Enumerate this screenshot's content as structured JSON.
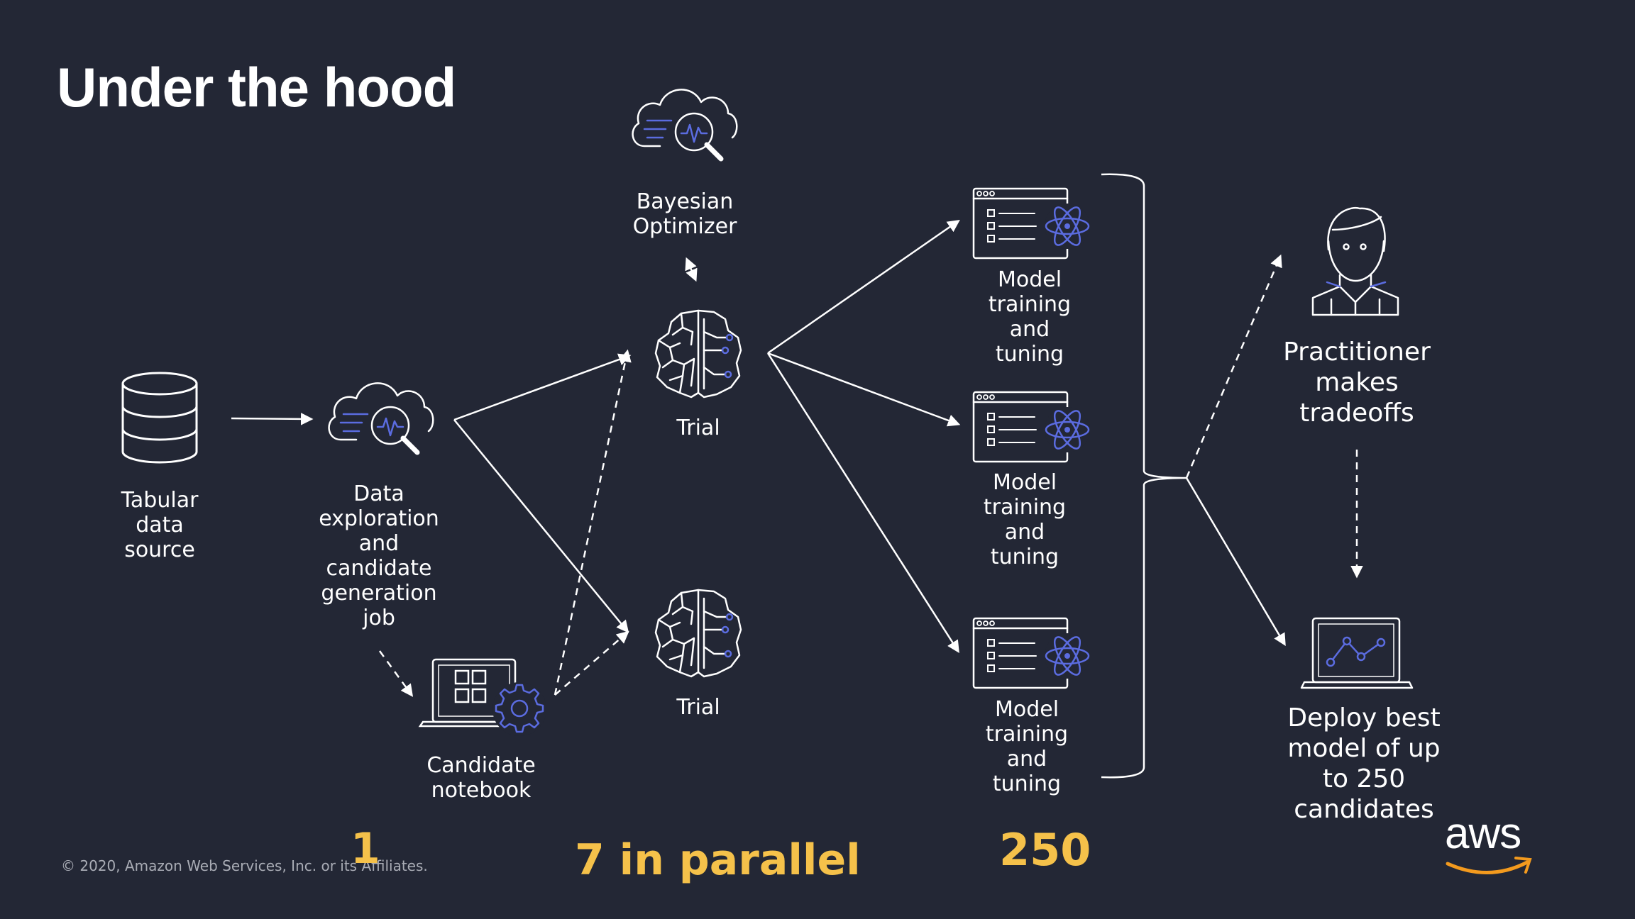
{
  "slide": {
    "title": "Under the hood",
    "copyright": "© 2020, Amazon Web Services, Inc. or its Affiliates.",
    "logo_text": "aws"
  },
  "nodes": {
    "source": [
      "Tabular",
      "data",
      "source"
    ],
    "exploration": [
      "Data",
      "exploration",
      "and",
      "candidate",
      "generation",
      "job"
    ],
    "notebook": [
      "Candidate",
      "notebook"
    ],
    "optimizer": [
      "Bayesian",
      "Optimizer"
    ],
    "trial_top": "Trial",
    "trial_bottom": "Trial",
    "training_1": [
      "Model",
      "training",
      "and",
      "tuning"
    ],
    "training_2": [
      "Model",
      "training",
      "and",
      "tuning"
    ],
    "training_3": [
      "Model",
      "training",
      "and",
      "tuning"
    ],
    "practitioner": [
      "Practitioner",
      "makes",
      "tradeoffs"
    ],
    "deploy": [
      "Deploy best",
      "model of up",
      "to 250",
      "candidates"
    ]
  },
  "counts": {
    "candidates": "1",
    "parallel": "7 in parallel",
    "jobs": "250"
  },
  "colors": {
    "background": "#232735",
    "accent_yellow": "#F5C14A",
    "icon_blue": "#5B6CE0",
    "aws_orange": "#F39A1E"
  }
}
